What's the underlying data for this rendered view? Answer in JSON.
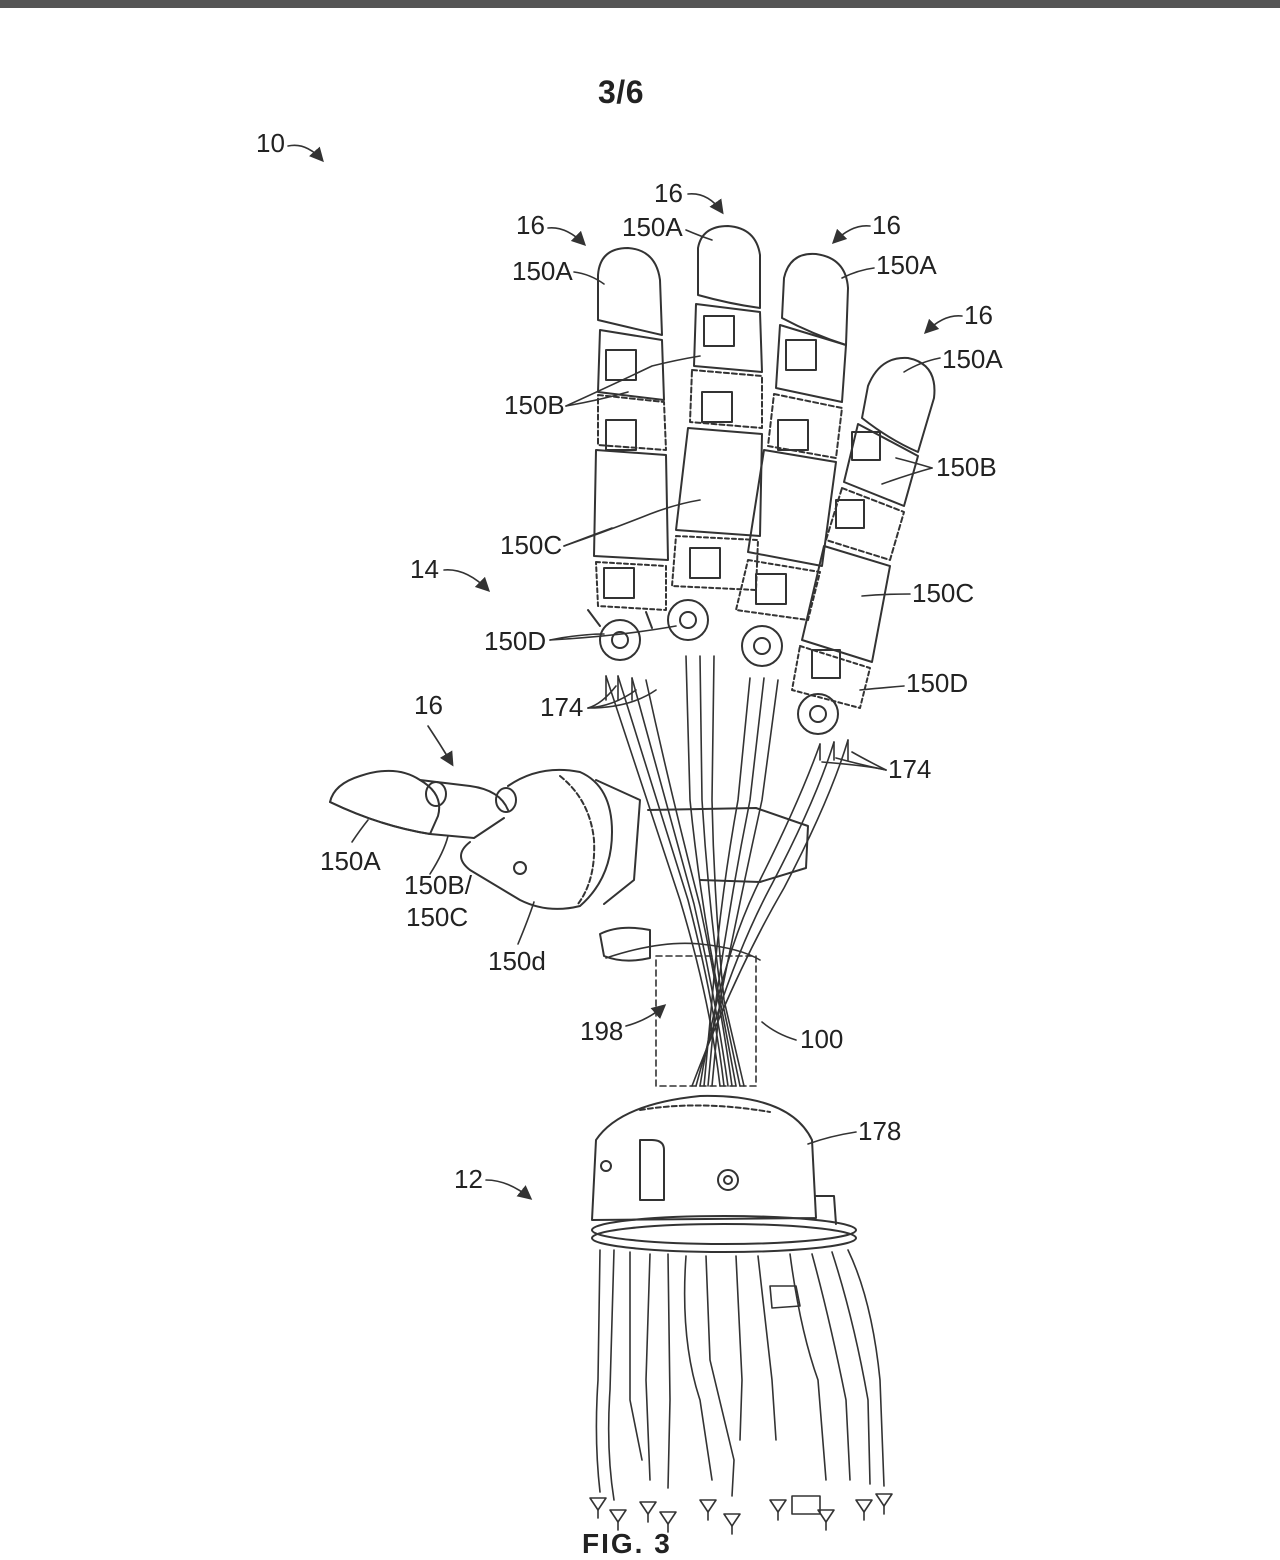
{
  "page_number": "3/6",
  "figure_caption": "FIG. 3",
  "refs": {
    "device": "10",
    "base": "12",
    "palm": "14",
    "finger": "16",
    "distal": "150A",
    "middle": "150B",
    "proximal": "150C",
    "knuckle": "150D",
    "thumb_segments_line1": "150B/",
    "thumb_segments_line2": "150C",
    "thumb_knuckle": "150d",
    "tendons": "174",
    "housing": "178",
    "twist": "198",
    "bundle": "100"
  },
  "colors": {
    "line": "#333333",
    "background": "#ffffff",
    "topbar": "#555555"
  }
}
